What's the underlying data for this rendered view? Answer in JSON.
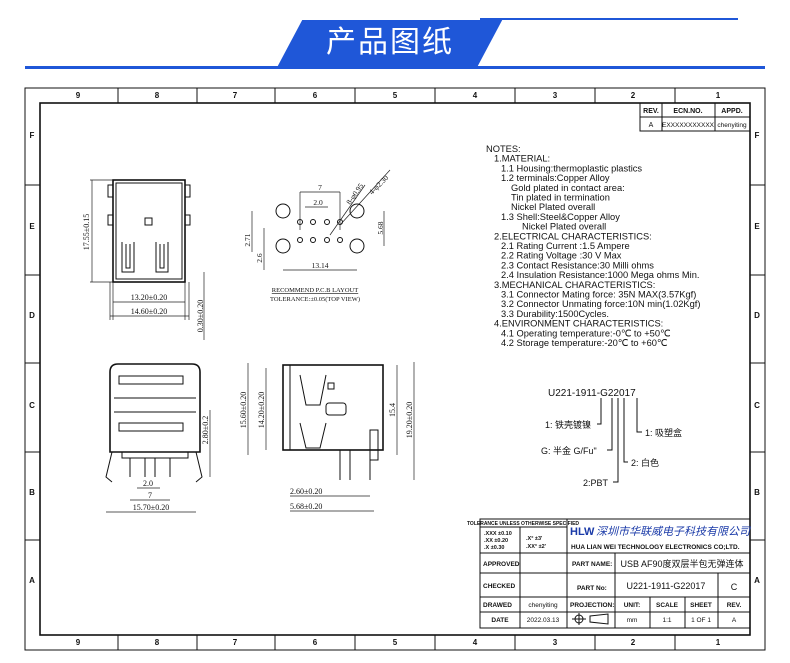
{
  "header": {
    "title": "产品图纸",
    "accent": "#1f57d8"
  },
  "frame": {
    "columns": [
      "9",
      "8",
      "7",
      "6",
      "5",
      "4",
      "3",
      "2",
      "1"
    ],
    "rows": [
      "F",
      "E",
      "D",
      "C",
      "B",
      "A"
    ]
  },
  "revision": {
    "headers": [
      "REV.",
      "ECN.NO.",
      "APPD."
    ],
    "row": [
      "A",
      "EXXXXXXXXXXX",
      "chenyiting"
    ]
  },
  "notes": [
    "NOTES:",
    "1.MATERIAL:",
    "1.1  Housing:thermoplastic  plastics",
    "1.2  terminals:Copper  Alloy",
    "Gold  plated  in  contact  area:",
    "Tin  plated  in  termination",
    "Nickel  Plated  overall",
    "1.3  Shell:Steel&Copper  Alloy",
    "Nickel  Plated  overall",
    "2.ELECTRICAL  CHARACTERISTICS:",
    "2.1  Rating  Current  :1.5  Ampere",
    "2.2  Rating  Voltage  :30  V  Max",
    "2.3  Contact  Resistance:30  Milli  ohms",
    "2.4  Insulation  Resistance:1000  Mega  ohms  Min.",
    "3.MECHANICAL  CHARACTERISTICS:",
    "3.1  Connector  Mating  force: 35N  MAX(3.57Kgf)",
    "3.2  Connector  Unmating  force:10N  min(1.02Kgf)",
    "3.3  Durability:1500Cycles.",
    "4.ENVIRONMENT  CHARACTERISTICS:",
    "4.1  Operating  temperature:-0℃  to  +50℃",
    "4.2  Storage  temperature:-20℃  to  +60℃"
  ],
  "part_code": {
    "code": "U221-1911-G22017",
    "legend": [
      "1: 铁壳镀镍",
      "G: 半金 G/Fu\"",
      "2:PBT",
      "2: 白色",
      "1: 吸塑盒"
    ]
  },
  "views": {
    "front_top": {
      "height": "17.55±0.15",
      "inner_width": "13.20±0.20",
      "outer_width": "14.60±0.20",
      "offset": "0.30±0.20"
    },
    "pcb": {
      "d7": "7",
      "d2": "2.0",
      "d271": "2.71",
      "d26": "2.6",
      "d1314": "13.14",
      "d568": "5.68",
      "holes_small": "8-φ0.95",
      "holes_big": "4-φ2.30",
      "title": "RECOMMEND P.C.B LAYOUT",
      "tolerance": "TOLERANCE:±0.05(TOP VIEW)"
    },
    "front": {
      "pin_height": "2.80±0.2",
      "pitch": "2.0",
      "span": "7",
      "width": "15.70±0.20"
    },
    "side": {
      "h1": "15.60±0.20",
      "h2": "14.20±0.20",
      "h3": "15.4",
      "h4": "19.20±0.20",
      "d1": "2.60±0.20",
      "d2": "5.68±0.20"
    }
  },
  "title_block": {
    "tolerance_title": "TOLERANCE UNLESS OTHERWISE SPECIFIED",
    "tol_lines": [
      ".XXX  ±0.10",
      ".XX  ±0.20",
      ".X  ±0.30"
    ],
    "tol_angles": [
      ".X°  ±3'",
      ".XX°  ±2'"
    ],
    "company_logo": "HLW",
    "company_cn": "深圳市华联威电子科技有限公司",
    "company_en": "HUA LIAN WEI TECHNOLOGY ELECTRONICS CO;LTD.",
    "approved_label": "APPROVED",
    "checked_label": "CHECKED",
    "drawed_label": "DRAWED",
    "drawed_value": "chenyiting",
    "date_label": "DATE",
    "date_value": "2022.03.13",
    "part_name_label": "PART NAME:",
    "part_name_value": "USB AF90度双层半包无弹连体",
    "part_no_label": "PART No:",
    "part_no_value": "U221-1911-G22017",
    "size": "C",
    "projection_label": "PROJECTION:",
    "unit_label": "UNIT:",
    "unit_value": "mm",
    "scale_label": "SCALE",
    "scale_value": "1:1",
    "sheet_label": "SHEET",
    "sheet_value": "1 OF 1",
    "rev_label": "REV.",
    "rev_value": "A"
  }
}
